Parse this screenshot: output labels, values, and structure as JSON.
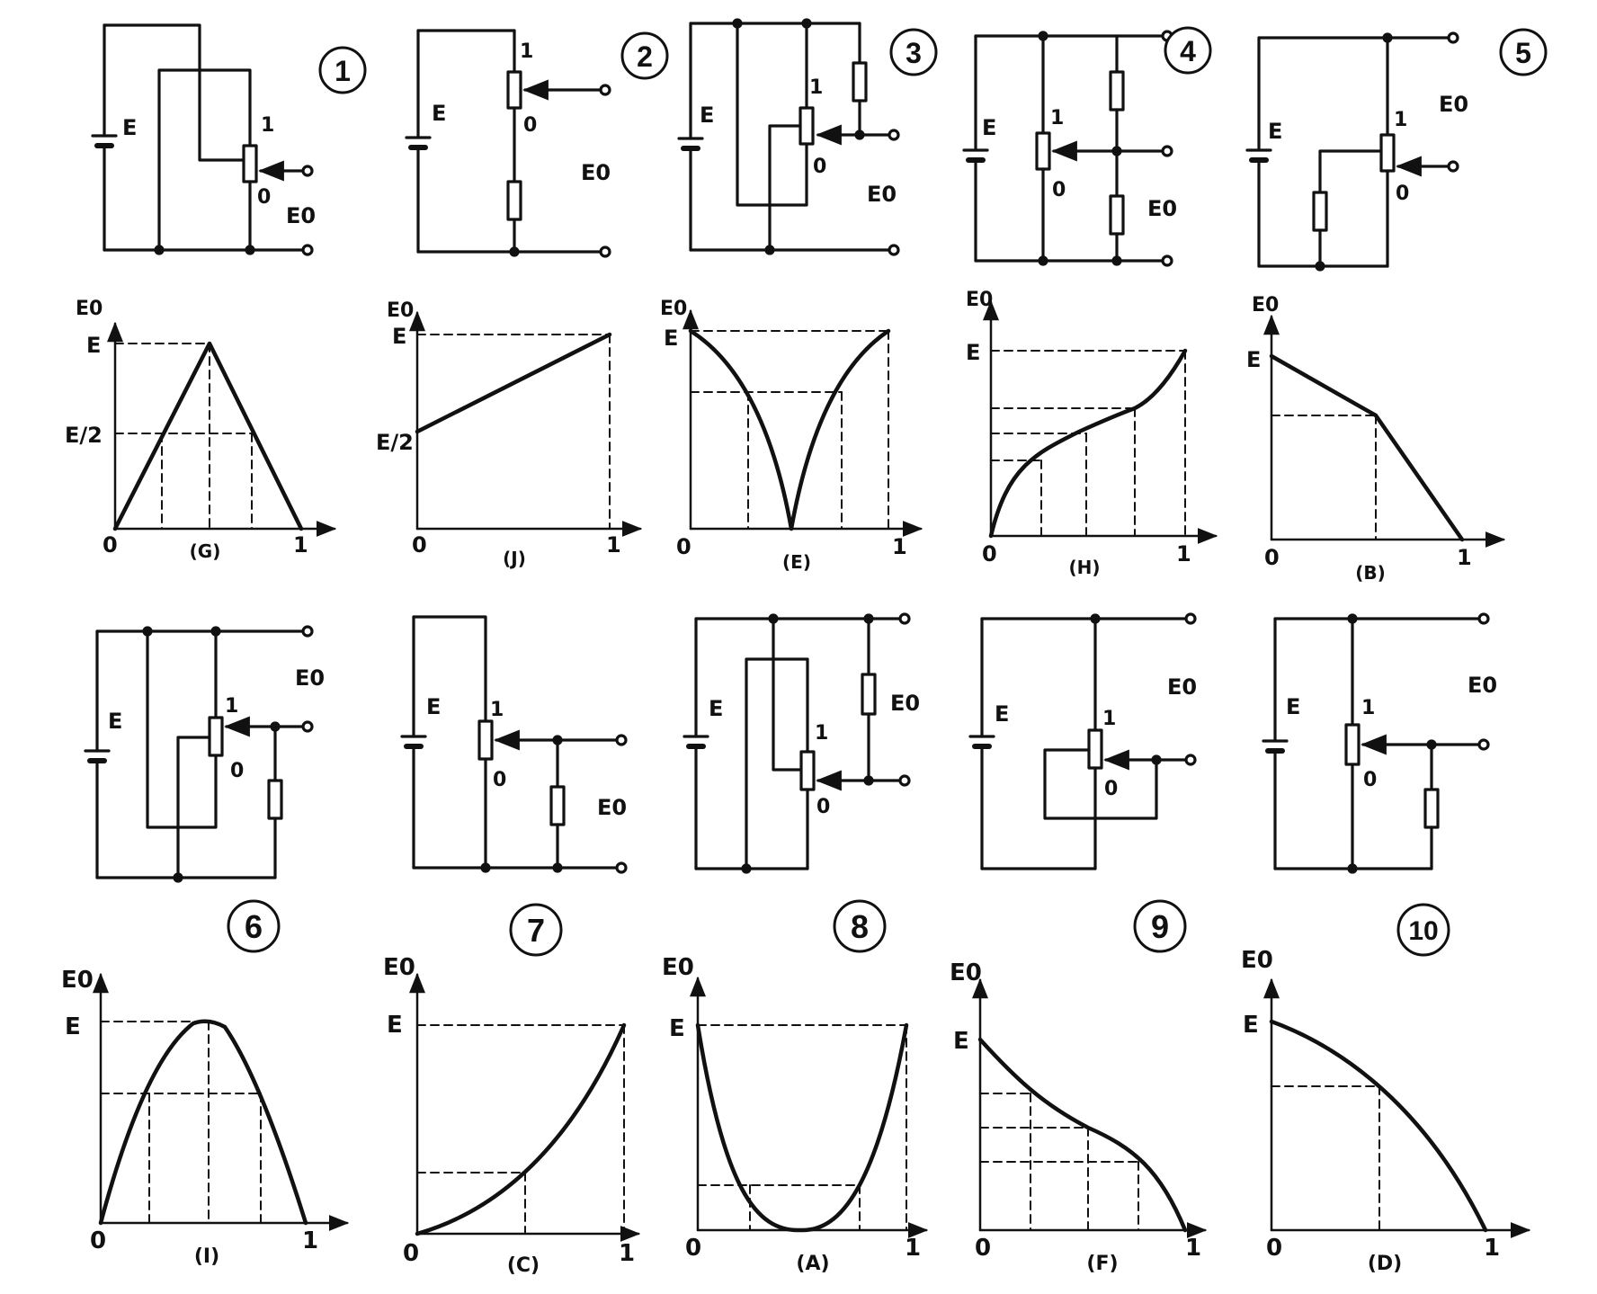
{
  "circuits": [
    {
      "number": "1",
      "source": "E",
      "wiper_top": "1",
      "wiper_bottom": "0",
      "output": "E0"
    },
    {
      "number": "2",
      "source": "E",
      "wiper_top": "1",
      "wiper_bottom": "0",
      "output": "E0"
    },
    {
      "number": "3",
      "source": "E",
      "wiper_top": "1",
      "wiper_bottom": "0",
      "output": "E0"
    },
    {
      "number": "4",
      "source": "E",
      "wiper_top": "1",
      "wiper_bottom": "0",
      "output": "E0"
    },
    {
      "number": "5",
      "source": "E",
      "wiper_top": "1",
      "wiper_bottom": "0",
      "output": "E0"
    },
    {
      "number": "6",
      "source": "E",
      "wiper_top": "1",
      "wiper_bottom": "0",
      "output": "E0"
    },
    {
      "number": "7",
      "source": "E",
      "wiper_top": "1",
      "wiper_bottom": "0",
      "output": "E0"
    },
    {
      "number": "8",
      "source": "E",
      "wiper_top": "1",
      "wiper_bottom": "0",
      "output": "E0"
    },
    {
      "number": "9",
      "source": "E",
      "wiper_top": "1",
      "wiper_bottom": "0",
      "output": "E0"
    },
    {
      "number": "10",
      "source": "E",
      "wiper_top": "1",
      "wiper_bottom": "0",
      "output": "E0"
    }
  ],
  "graphs": [
    {
      "letter": "(G)",
      "y_axis": "E0",
      "y_label_top": "E",
      "y_label_mid": "E/2",
      "x_origin": "0",
      "x_end": "1"
    },
    {
      "letter": "(J)",
      "y_axis": "E0",
      "y_label_top": "E",
      "y_label_mid": "E/2",
      "x_origin": "0",
      "x_end": "1"
    },
    {
      "letter": "(E)",
      "y_axis": "E0",
      "y_label_top": "E",
      "x_origin": "0",
      "x_end": "1"
    },
    {
      "letter": "(H)",
      "y_axis": "E0",
      "y_label_top": "E",
      "x_origin": "0",
      "x_end": "1"
    },
    {
      "letter": "(B)",
      "y_axis": "E0",
      "y_label_top": "E",
      "x_origin": "0",
      "x_end": "1"
    },
    {
      "letter": "(I)",
      "y_axis": "E0",
      "y_label_top": "E",
      "x_origin": "0",
      "x_end": "1"
    },
    {
      "letter": "(C)",
      "y_axis": "E0",
      "y_label_top": "E",
      "x_origin": "0",
      "x_end": "1"
    },
    {
      "letter": "(A)",
      "y_axis": "E0",
      "y_label_top": "E",
      "x_origin": "0",
      "x_end": "1"
    },
    {
      "letter": "(F)",
      "y_axis": "E0",
      "y_label_top": "E",
      "x_origin": "0",
      "x_end": "1"
    },
    {
      "letter": "(D)",
      "y_axis": "E0",
      "y_label_top": "E",
      "x_origin": "0",
      "x_end": "1"
    }
  ]
}
